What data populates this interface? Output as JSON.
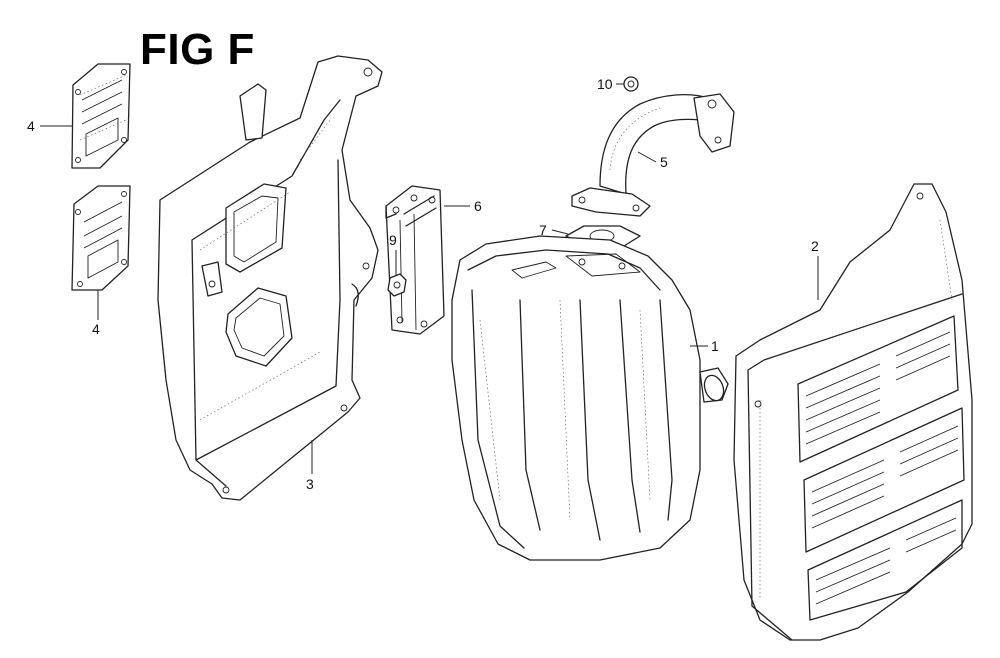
{
  "figure": {
    "title": "FIG F"
  },
  "callouts": [
    {
      "id": "c1",
      "label": "1"
    },
    {
      "id": "c2",
      "label": "2"
    },
    {
      "id": "c3",
      "label": "3"
    },
    {
      "id": "c4a",
      "label": "4"
    },
    {
      "id": "c4b",
      "label": "4"
    },
    {
      "id": "c5",
      "label": "5"
    },
    {
      "id": "c6",
      "label": "6"
    },
    {
      "id": "c7",
      "label": "7"
    },
    {
      "id": "c9",
      "label": "9"
    },
    {
      "id": "c10",
      "label": "10"
    }
  ]
}
